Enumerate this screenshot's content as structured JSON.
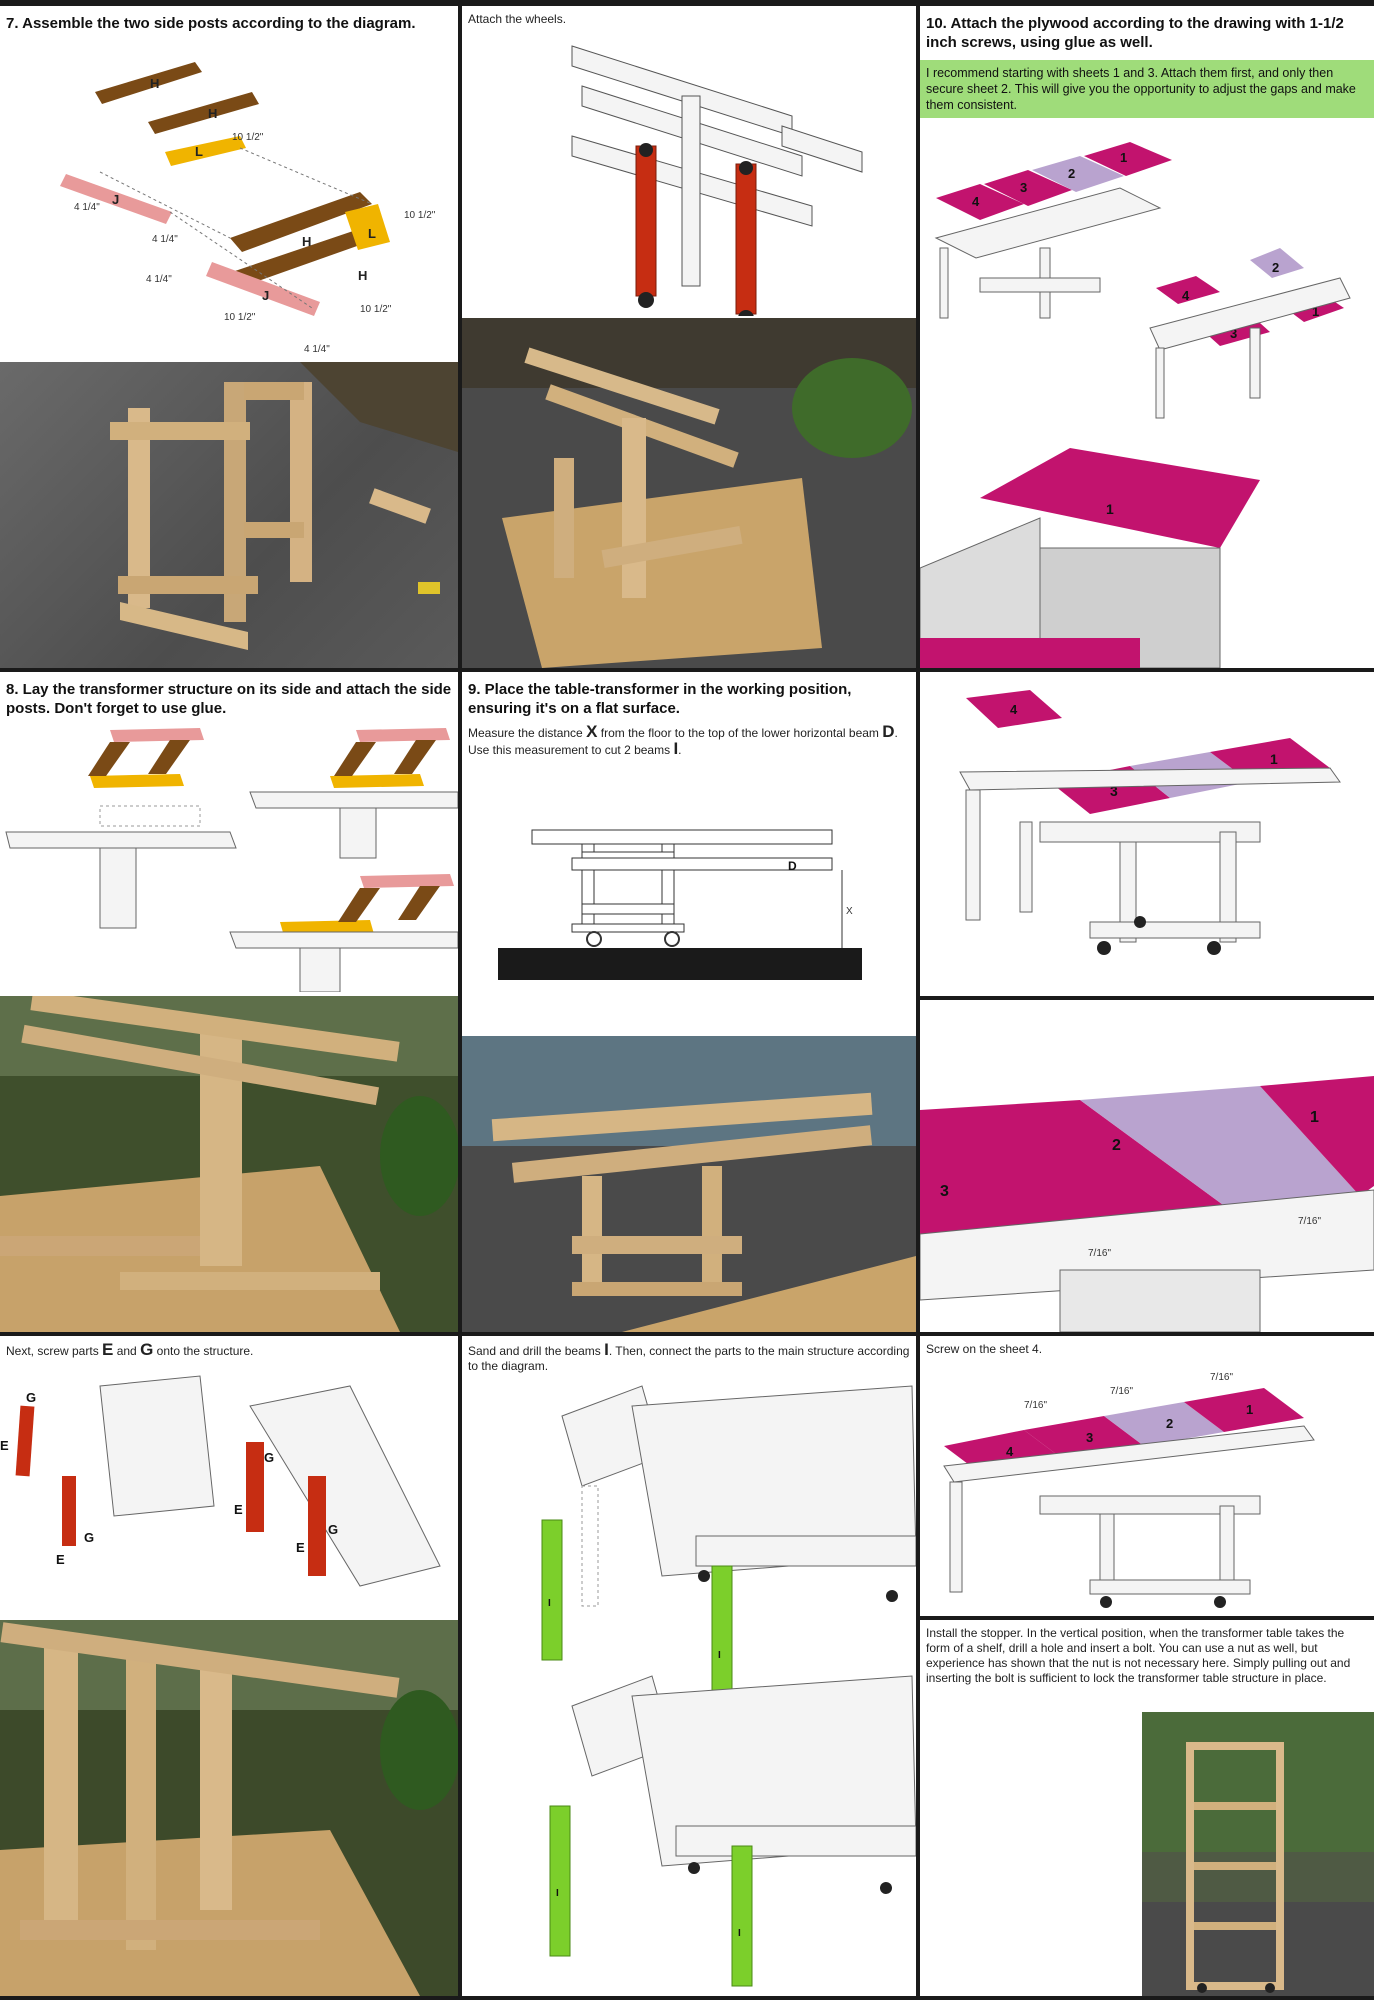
{
  "steps": {
    "step7": {
      "title": "7. Assemble the two side posts according to the diagram.",
      "labels": [
        "H",
        "H",
        "L",
        "J",
        "H",
        "L",
        "J",
        "H"
      ],
      "dims": [
        "10 1/2\"",
        "4 1/4\"",
        "10 1/2\"",
        "4 1/4\"",
        "10 1/2\"",
        "4 1/4\"",
        "10 1/2\"",
        "4 1/4\""
      ]
    },
    "wheels": {
      "title": "Attach the wheels."
    },
    "step10": {
      "title": "10. Attach the plywood according to the drawing with 1-1/2 inch screws, using glue as well.",
      "tip": "I recommend starting with sheets 1 and 3. Attach them first, and only then secure sheet 2. This will give you the opportunity to adjust the gaps and make them consistent.",
      "sheet_labels": [
        "4",
        "3",
        "2",
        "1",
        "4",
        "2",
        "3",
        "1",
        "1"
      ]
    },
    "step8": {
      "title": "8. Lay the transformer structure on its side and attach the side posts. Don't forget to use glue."
    },
    "step9": {
      "title": "9. Place the table-transformer in the working position, ensuring it's on a flat surface.",
      "note_pre": "Measure the distance ",
      "note_x": "X",
      "note_mid": " from the floor to the top of the lower horizontal beam ",
      "note_d": "D",
      "note_mid2": ". Use this measurement to cut 2 beams ",
      "note_i": "I",
      "note_end": ".",
      "label_d": "D",
      "label_x": "X"
    },
    "sheets": {
      "labels": [
        "4",
        "3",
        "2",
        "1"
      ]
    },
    "gaps": {
      "labels": [
        "2",
        "1",
        "3"
      ],
      "dims": [
        "7/16\"",
        "7/16\""
      ]
    },
    "partsEG": {
      "title_pre": "Next, screw parts ",
      "e": "E",
      "title_mid": " and ",
      "g": "G",
      "title_end": " onto the structure.",
      "labels": [
        "G",
        "E",
        "G",
        "E",
        "E",
        "G",
        "G",
        "E"
      ]
    },
    "beamsI": {
      "text_pre": "Sand and drill the beams ",
      "i": "I",
      "text_end": ". Then, connect the parts to the main structure according to the diagram.",
      "labels": [
        "I",
        "I",
        "I",
        "I"
      ]
    },
    "sheet4": {
      "title": "Screw on the sheet 4.",
      "labels": [
        "4",
        "3",
        "2",
        "1"
      ],
      "dims": [
        "7/16\"",
        "7/16\"",
        "7/16\""
      ]
    },
    "stopper": {
      "text": "Install the stopper. In the vertical position, when the transformer table takes the form of a shelf, drill a hole and insert a bolt. You can use a nut as well, but experience has shown that the nut is not necessary here. Simply pulling out and inserting the bolt is sufficient to lock the transformer table structure in place."
    }
  },
  "colors": {
    "wood_dark": "#7a4a16",
    "wood_yellow": "#f0b400",
    "wood_pink": "#e89a9a",
    "red": "#c62d12",
    "magenta": "#c2136e",
    "lilac": "#b9a3cf",
    "green": "#7ccf2b",
    "tip_green": "#9fdc7a"
  }
}
